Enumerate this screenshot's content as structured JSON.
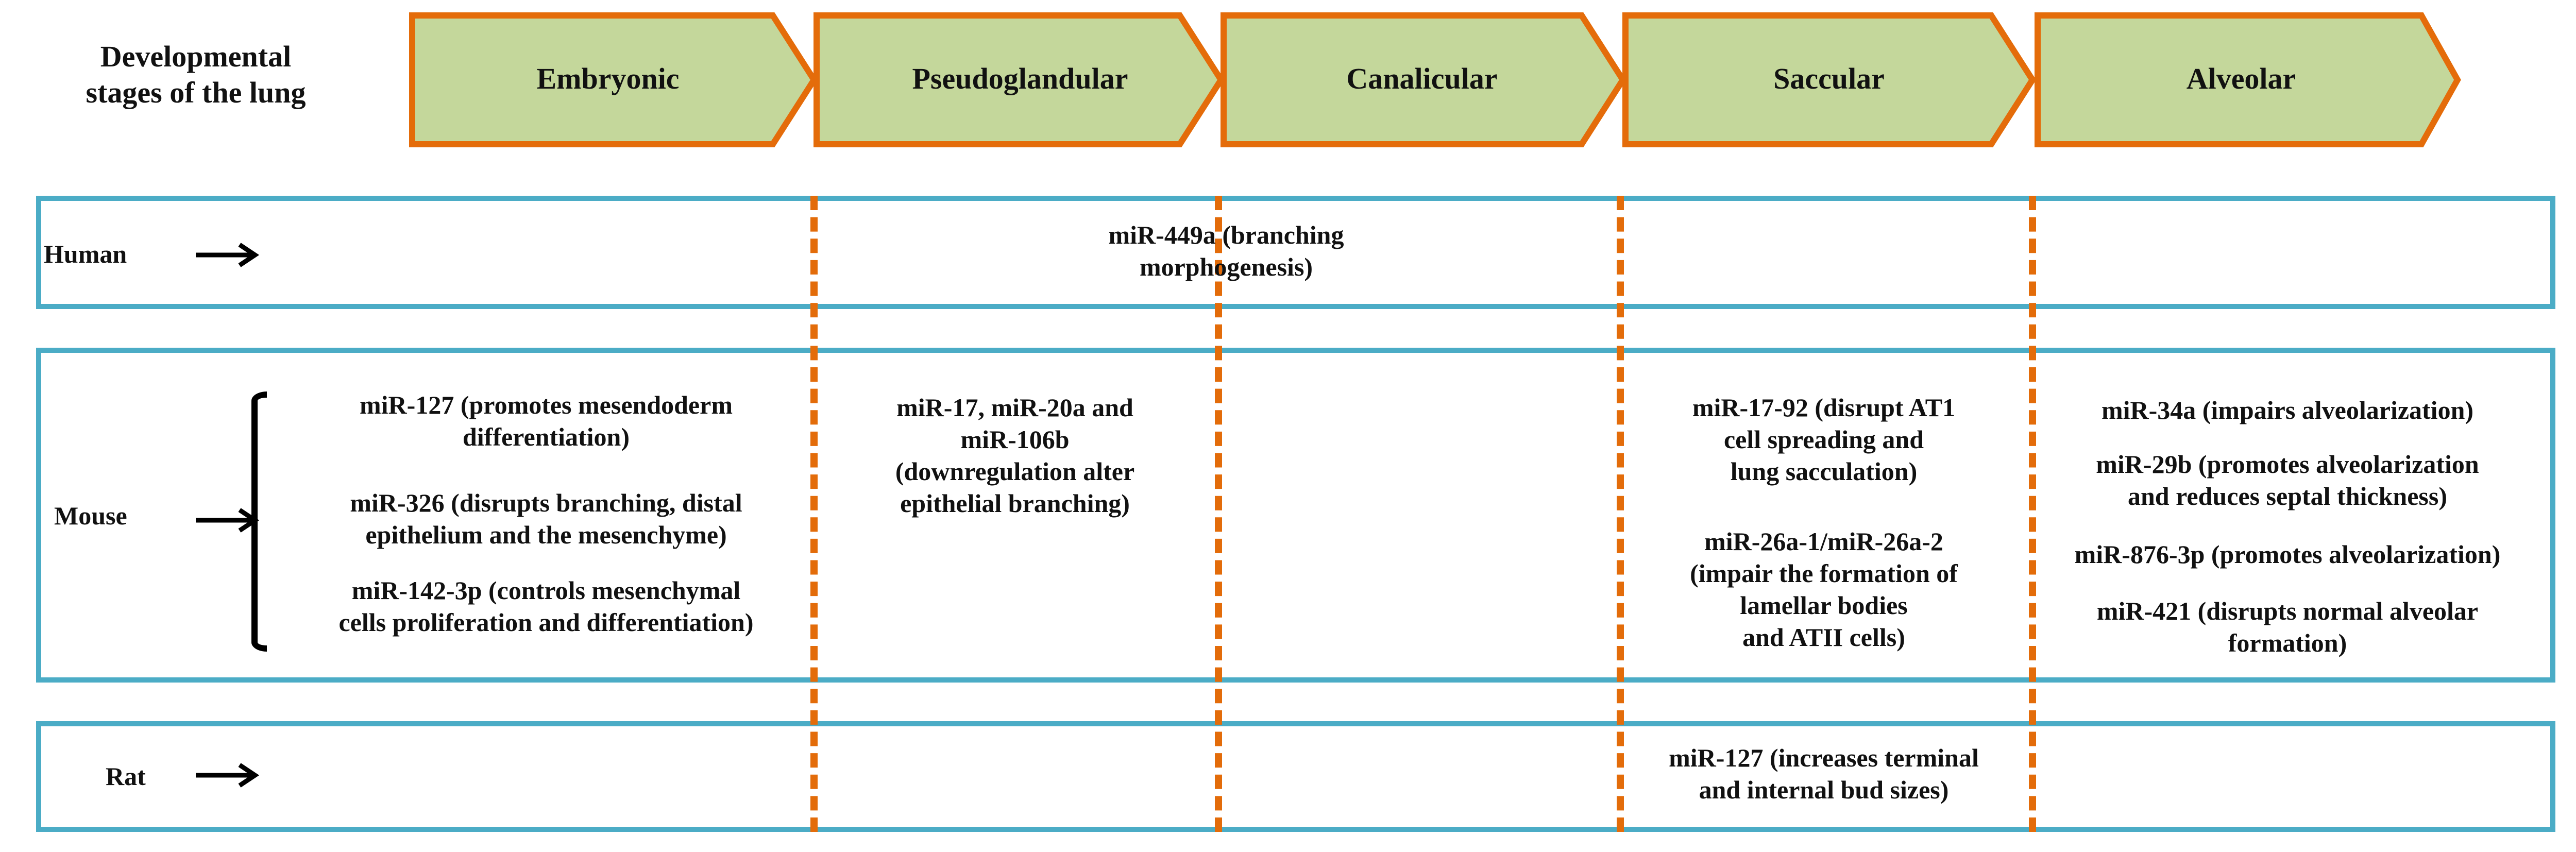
{
  "header_label": [
    "Developmental",
    "stages of the lung"
  ],
  "stages": [
    "Embryonic",
    "Pseudoglandular",
    "Canalicular",
    "Saccular",
    "Alveolar"
  ],
  "species": {
    "human": "Human",
    "mouse": "Mouse",
    "rat": "Rat"
  },
  "human": {
    "entry": [
      "miR-449a (branching",
      "morphogenesis)"
    ]
  },
  "mouse": {
    "embryonic": [
      [
        "miR-127 (promotes mesendoderm",
        "differentiation)"
      ],
      [
        "miR-326 (disrupts branching, distal",
        "epithelium  and the mesenchyme)"
      ],
      [
        "miR-142-3p (controls mesenchymal",
        "cells proliferation and differentiation)"
      ]
    ],
    "pseudoglandular": [
      "miR-17, miR-20a and",
      "miR-106b",
      "(downregulation alter",
      "epithelial  branching)"
    ],
    "saccular": [
      [
        "miR-17-92  (disrupt AT1",
        "cell spreading and",
        "lung sacculation)"
      ],
      [
        "miR-26a-1/miR-26a-2",
        "(impair  the formation of",
        "lamellar bodies",
        "and ATII  cells)"
      ]
    ],
    "alveolar": [
      [
        "miR-34a (impairs alveolarization)"
      ],
      [
        "miR-29b (promotes alveolarization",
        "and reduces septal thickness)"
      ],
      [
        "miR-876-3p (promotes alveolarization)"
      ],
      [
        "miR-421 (disrupts normal alveolar",
        "formation)"
      ]
    ]
  },
  "rat": {
    "saccular": [
      "miR-127 (increases terminal",
      "and internal bud sizes)"
    ]
  },
  "colors": {
    "chevron_fill": "#c4d79b",
    "chevron_stroke": "#e46c0a",
    "box_border": "#4bacc6",
    "dashed_line": "#e36c0a"
  }
}
